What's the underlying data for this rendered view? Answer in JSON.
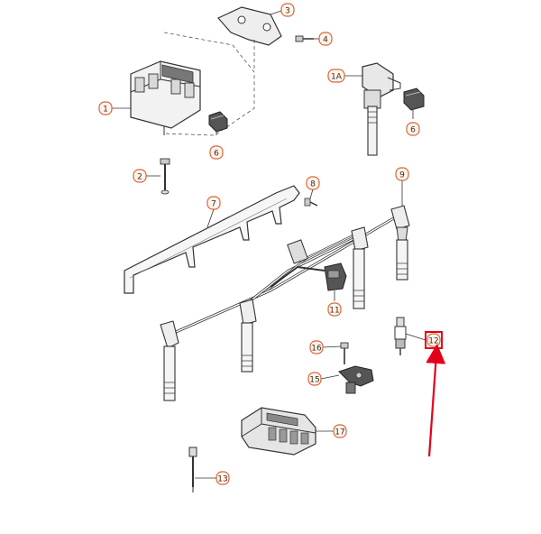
{
  "diagram": {
    "callouts": [
      {
        "id": "c1",
        "label": "1"
      },
      {
        "id": "c1a",
        "label": "1A"
      },
      {
        "id": "c2",
        "label": "2"
      },
      {
        "id": "c3",
        "label": "3"
      },
      {
        "id": "c4",
        "label": "4"
      },
      {
        "id": "c6a",
        "label": "6"
      },
      {
        "id": "c6b",
        "label": "6"
      },
      {
        "id": "c7",
        "label": "7"
      },
      {
        "id": "c8",
        "label": "8"
      },
      {
        "id": "c9",
        "label": "9"
      },
      {
        "id": "c11",
        "label": "11"
      },
      {
        "id": "c12",
        "label": "12"
      },
      {
        "id": "c13",
        "label": "13"
      },
      {
        "id": "c15",
        "label": "15"
      },
      {
        "id": "c16",
        "label": "16"
      },
      {
        "id": "c17",
        "label": "17"
      }
    ],
    "colors": {
      "line": "#333333",
      "part_fill": "#f2f2f2",
      "part_dark": "#555555",
      "callout_stroke": "#d8663a",
      "callout_fill": "#fff4ec",
      "highlight": "#e3001b"
    }
  }
}
